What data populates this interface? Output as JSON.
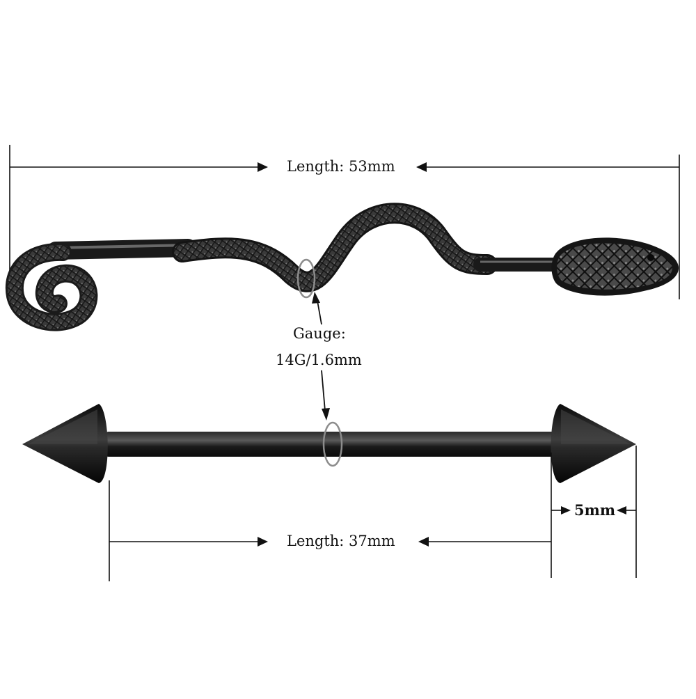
{
  "dimensions": {
    "top_length": "Length: 53mm",
    "gauge_title": "Gauge:",
    "gauge_value": "14G/1.6mm",
    "bottom_length": "Length: 37mm",
    "spike_length": "5mm"
  },
  "products": {
    "top": "snake-barbell",
    "bottom": "spike-barbell"
  },
  "colors": {
    "metal": "#3a3a3a",
    "metal_dark": "#151515",
    "metal_light": "#8a8a8a",
    "line": "#111111",
    "ring": "#8c8c8c",
    "background": "#ffffff"
  }
}
